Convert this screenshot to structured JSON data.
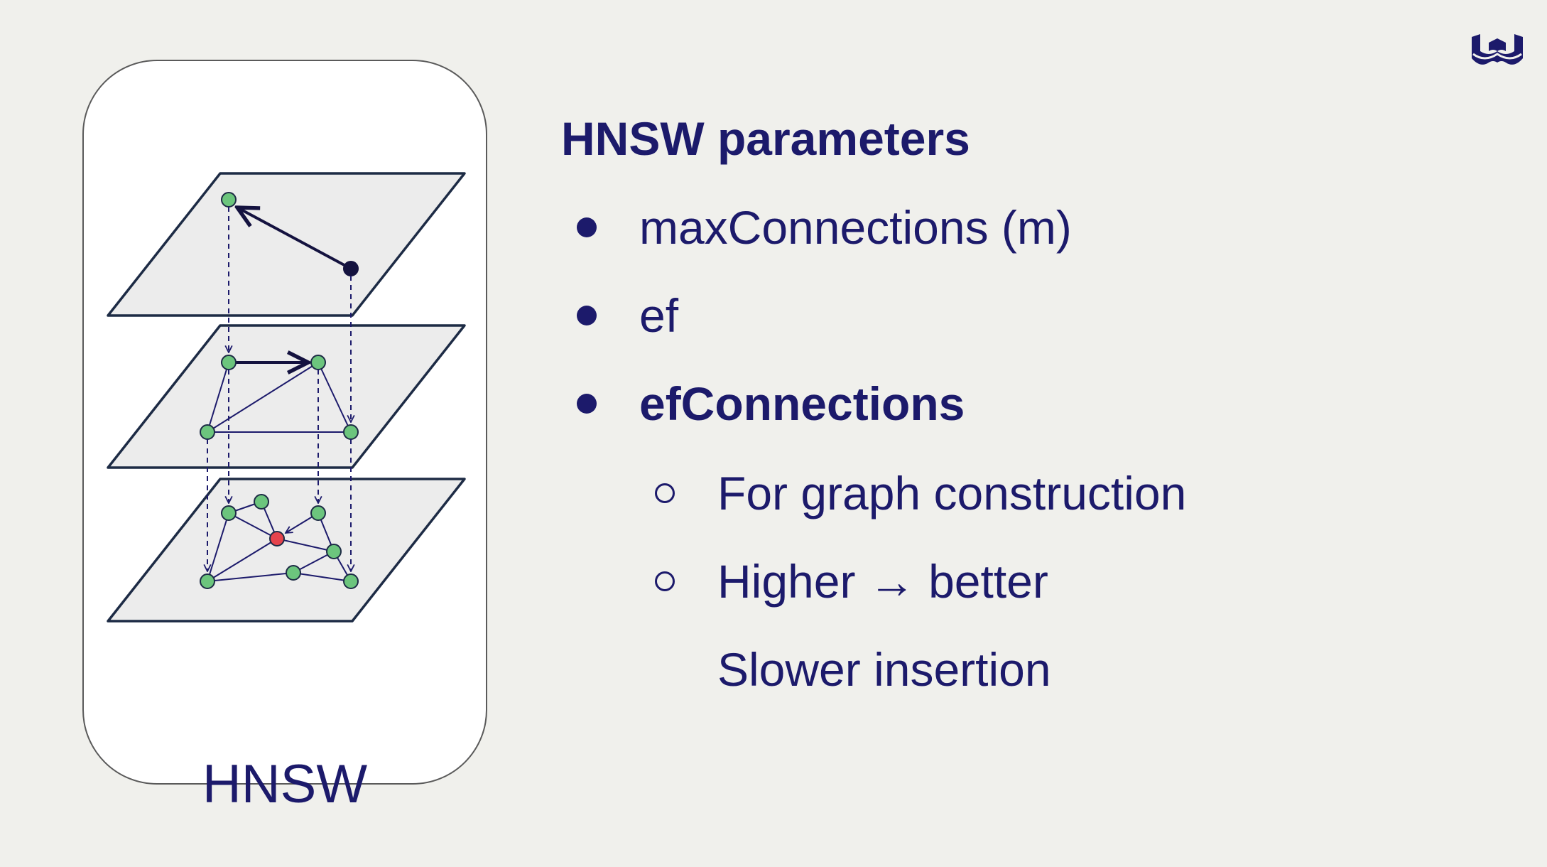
{
  "card": {
    "label": "HNSW"
  },
  "slide": {
    "title": "HNSW parameters",
    "bullets": [
      {
        "text": "maxConnections (m)",
        "bold": false
      },
      {
        "text": "ef",
        "bold": false
      },
      {
        "text": "efConnections",
        "bold": true
      }
    ],
    "sub_bullets": [
      {
        "text": "For graph construction"
      },
      {
        "text": "Higher → better"
      }
    ],
    "continuation": "Slower insertion"
  },
  "colors": {
    "text": "#1c1a6b",
    "background": "#f0f0ec",
    "node_green": "#6cc57d",
    "node_red": "#e5444d",
    "node_dark": "#14123f",
    "plane_fill": "#ececec",
    "plane_stroke": "#1d2b45"
  },
  "icons": {
    "logo": "company-logo-w"
  }
}
